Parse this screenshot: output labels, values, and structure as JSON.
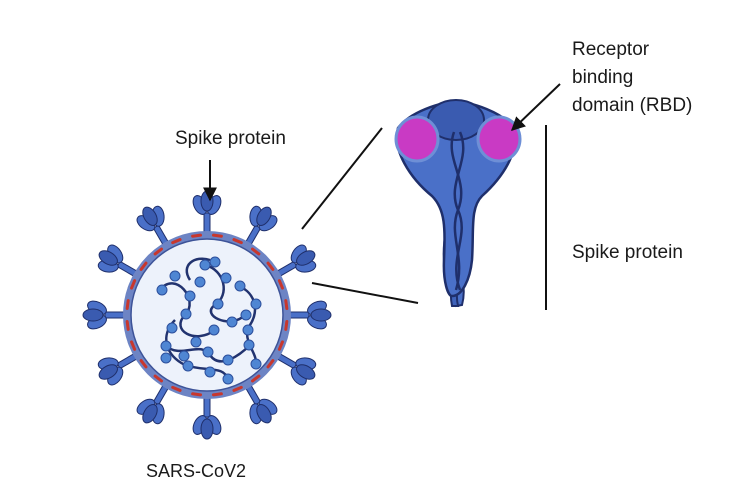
{
  "labels": {
    "spike_protein_virus": "Spike protein",
    "rbd_line1": "Receptor",
    "rbd_line2": "binding",
    "rbd_line3": "domain (RBD)",
    "spike_protein_detail": "Spike protein",
    "virus_name": "SARS-CoV2"
  },
  "colors": {
    "spike_blue": "#4a70c8",
    "spike_dark": "#1f2f6b",
    "rbd_magenta": "#c93ac4",
    "membrane": "#6d84c4",
    "interior": "#edf2fb",
    "rna": "#22336f",
    "bead": "#4f86d3",
    "red_protein": "#c8372d"
  }
}
